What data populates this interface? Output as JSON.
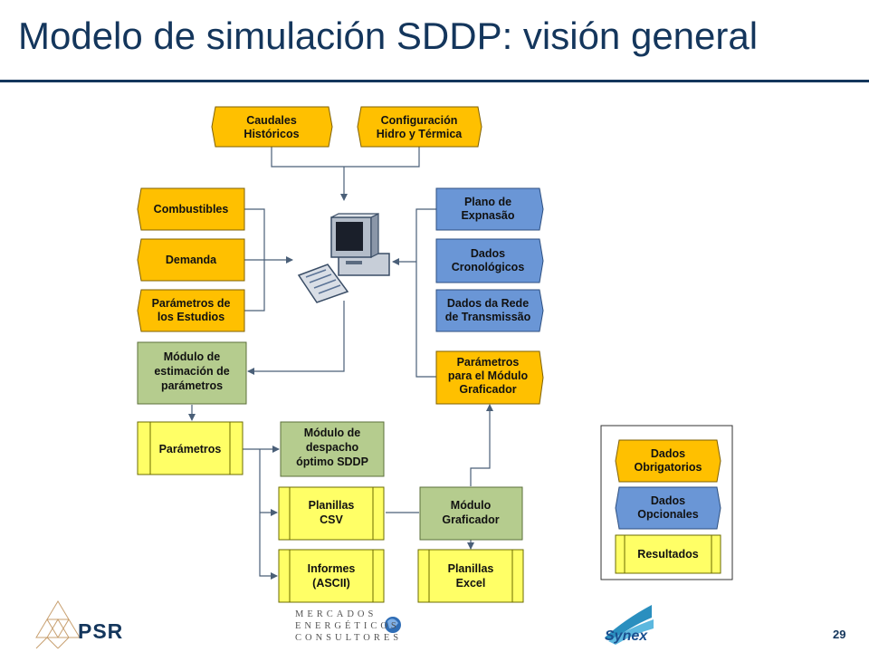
{
  "title": "Modelo de simulación SDDP: visión general",
  "page_number": "29",
  "colors": {
    "orange": "#ffc000",
    "blue": "#6a96d6",
    "green": "#b5cc8e",
    "yellow": "#ffff66",
    "title": "#14365c"
  },
  "nodes": {
    "caudales": [
      "Caudales",
      "Históricos"
    ],
    "configuracion": [
      "Configuración",
      "Hidro y Térmica"
    ],
    "combustibles": [
      "Combustibles"
    ],
    "demanda": [
      "Demanda"
    ],
    "parametros_estudios": [
      "Parámetros de",
      "los Estudios"
    ],
    "plano": [
      "Plano de",
      "Expnasão"
    ],
    "cronologicos": [
      "Dados",
      "Cronológicos"
    ],
    "rede": [
      "Dados da Rede",
      "de Transmissão"
    ],
    "param_graficador": [
      "Parámetros",
      "para el Módulo",
      "Graficador"
    ],
    "modulo_estimacion": [
      "Módulo de",
      "estimación de",
      "parámetros"
    ],
    "parametros": [
      "Parámetros"
    ],
    "despacho": [
      "Módulo de",
      "despacho",
      "óptimo SDDP"
    ],
    "planillas_csv": [
      "Planillas",
      "CSV"
    ],
    "informes": [
      "Informes",
      "(ASCII)"
    ],
    "graficador": [
      "Módulo",
      "Graficador"
    ],
    "planillas_excel": [
      "Planillas",
      "Excel"
    ]
  },
  "legend": {
    "obligatorios": [
      "Dados",
      "Obrigatorios"
    ],
    "opcionales": [
      "Dados",
      "Opcionales"
    ],
    "resultados": [
      "Resultados"
    ]
  },
  "logos": {
    "psr": "PSR",
    "mec": [
      "MERCADOS",
      "ENERGÉTICOS",
      "CONSULTORES"
    ],
    "synex": "Synex"
  }
}
